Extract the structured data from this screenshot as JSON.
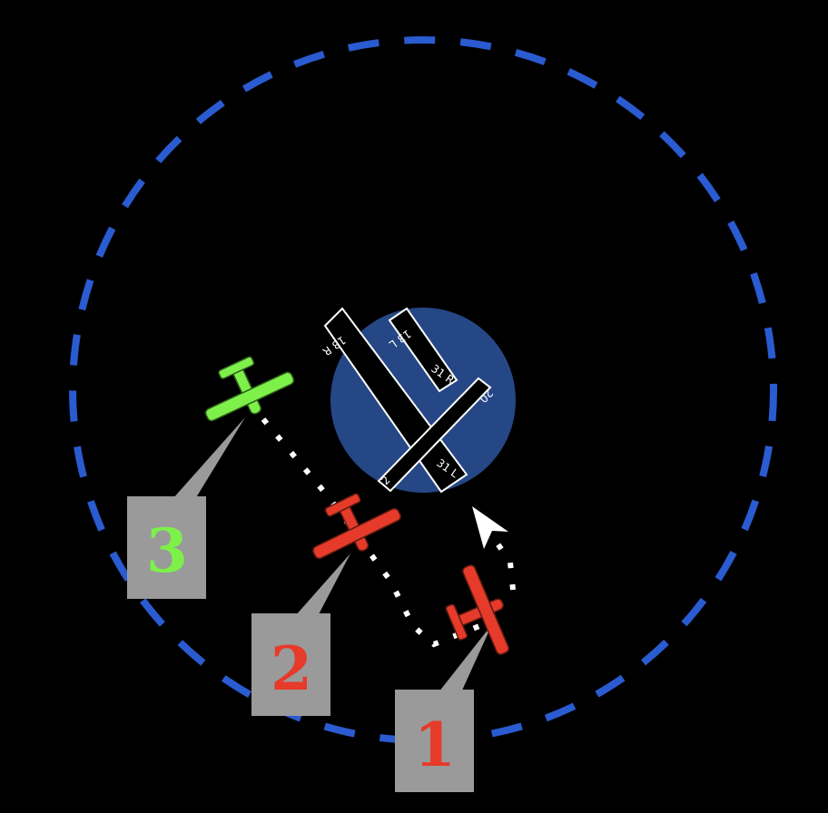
{
  "colors": {
    "background": "#000000",
    "radar_ring": "#2a5bd0",
    "airport": "#264785",
    "plane_red": "#e63a2a",
    "plane_green": "#7ef04a",
    "label_box": "#9a9a9a"
  },
  "runways": [
    {
      "id": "13R-31L",
      "end_a": "13 R",
      "end_b": "31 L"
    },
    {
      "id": "13L-31R",
      "end_a": "13 L",
      "end_b": "31 R"
    },
    {
      "id": "2-20",
      "end_a": "2",
      "end_b": "20"
    }
  ],
  "aircraft": [
    {
      "label": "1",
      "color": "red"
    },
    {
      "label": "2",
      "color": "red"
    },
    {
      "label": "3",
      "color": "green"
    }
  ],
  "cursor": "arrow-pointer-icon"
}
